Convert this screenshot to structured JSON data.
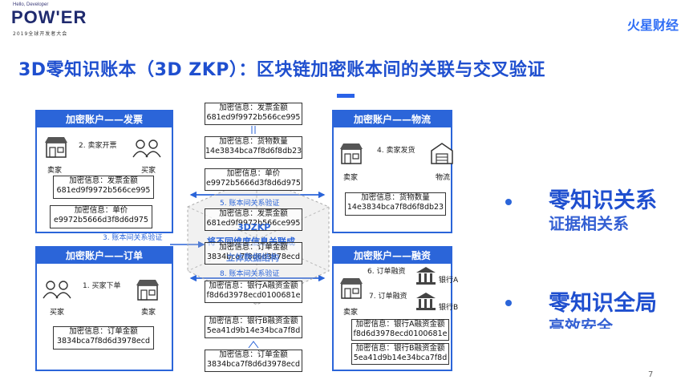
{
  "header": {
    "logo_small": "Hello, Developer",
    "logo_main": "POW'ER",
    "logo_sub": "2019全球开发者大会",
    "brand": "火星财经"
  },
  "title": "3D零知识账本（3D ZKP）：区块链加密账本间的关联与交叉验证",
  "invoice": {
    "head": "加密账户——发票",
    "seller": "卖家",
    "buyer": "买家",
    "step": "2. 卖家开票",
    "f1_label": "加密信息：发票金额",
    "f1_value": "681ed9f9972b566ce995",
    "f2_label": "加密信息：单价",
    "f2_value": "e9972b5666d3f8d6d975"
  },
  "order": {
    "head": "加密账户——订单",
    "buyer": "买家",
    "seller": "卖家",
    "step": "1. 买家下单",
    "f1_label": "加密信息：订单金额",
    "f1_value": "3834bca7f8d6d3978ecd"
  },
  "logistics": {
    "head": "加密账户——物流",
    "seller": "卖家",
    "logistics": "物流",
    "step": "4. 卖家发货",
    "f1_label": "加密信息：货物数量",
    "f1_value": "14e3834bca7f8d6f8db23"
  },
  "finance": {
    "head": "加密账户——融资",
    "seller": "卖家",
    "bank_a": "银行A",
    "bank_b": "银行B",
    "step1": "6. 订单融资",
    "step2": "7. 订单融资",
    "f1_label": "加密信息：银行A融资金额",
    "f1_value": "f8d6d3978ecd0100681e",
    "f2_label": "加密信息：银行B融资金额",
    "f2_value": "5ea41d9b14e34bca7f8d"
  },
  "middle": {
    "c1_label": "加密信息：发票金额",
    "c1_value": "681ed9f9972b566ce995",
    "c2_label": "加密信息：货物数量",
    "c2_value": "14e3834bca7f8d6f8db23",
    "c3_label": "加密信息：单价",
    "c3_value": "e9972b5666d3f8d6d975",
    "c4_label": "加密信息：发票金额",
    "c4_value": "681ed9f9972b566ce995",
    "c5_label": "加密信息：订单金额",
    "c5_value": "3834bca7f8d6d3978ecd",
    "c6_label": "加密信息：银行A融资金额",
    "c6_value": "f8d6d3978ecd0100681e",
    "c7_label": "加密信息：银行B融资金额",
    "c7_value": "5ea41d9b14e34bca7f8d",
    "c8_label": "加密信息：订单金额",
    "c8_value": "3834bca7f8d6d3978ecd",
    "verify3": "3. 账本间关系验证",
    "verify5": "5. 账本间关系验证",
    "verify8": "8. 账本间关系验证",
    "overlay1": "3DZKP",
    "overlay2": "将不同维度信息关联成",
    "overlay3": "立体数据结构"
  },
  "bullets": {
    "b1": "零知识关系",
    "b1_sub": "证据相关系",
    "b2": "零知识全局",
    "b2_sub": "高效安全"
  },
  "page_number": "7",
  "colors": {
    "accent": "#2b65d9",
    "title": "#1f4fcf"
  }
}
